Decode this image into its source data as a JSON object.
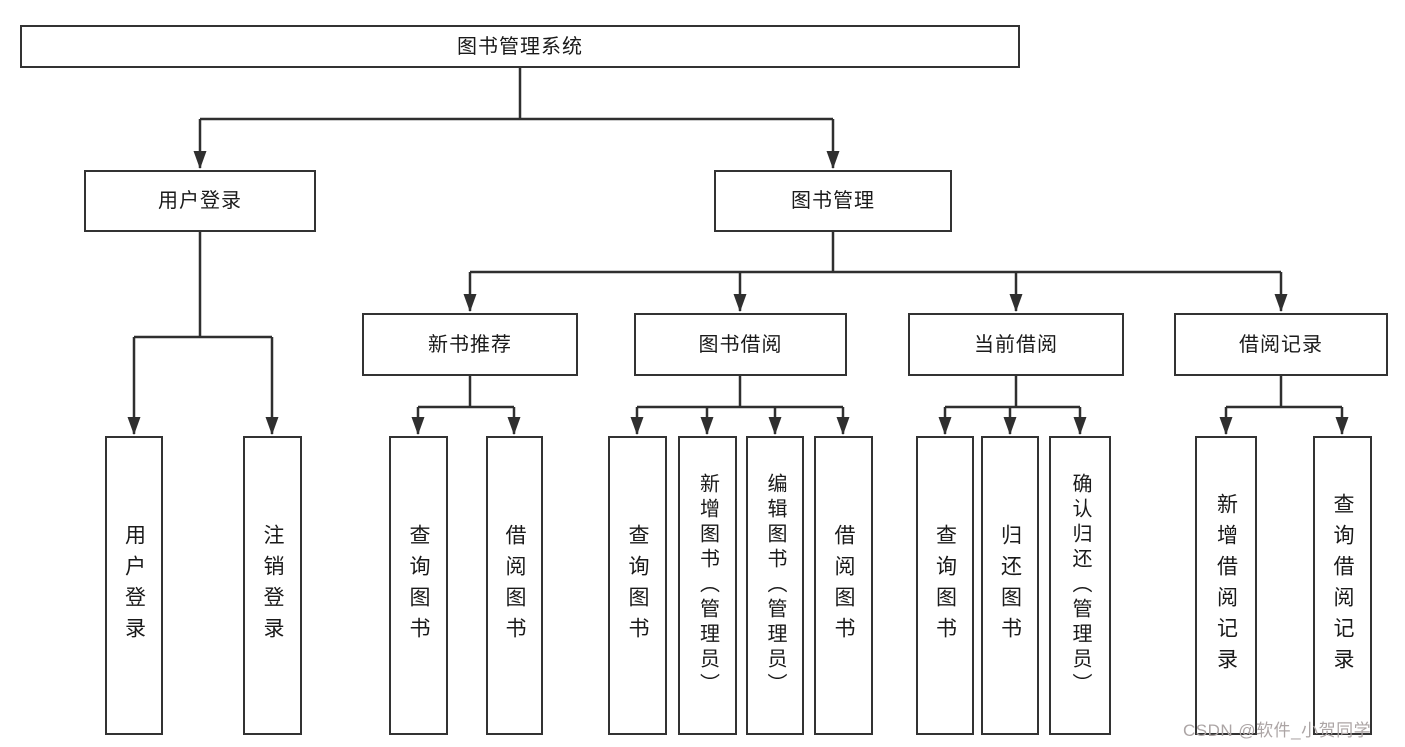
{
  "tree": {
    "label": "图书管理系统",
    "children": [
      {
        "label": "用户登录",
        "children": [
          {
            "label": "用户登录"
          },
          {
            "label": "注销登录"
          }
        ]
      },
      {
        "label": "图书管理",
        "children": [
          {
            "label": "新书推荐",
            "children": [
              {
                "label": "查询图书"
              },
              {
                "label": "借阅图书"
              }
            ]
          },
          {
            "label": "图书借阅",
            "children": [
              {
                "label": "查询图书"
              },
              {
                "label": "新增图书（管理员）"
              },
              {
                "label": "编辑图书（管理员）"
              },
              {
                "label": "借阅图书"
              }
            ]
          },
          {
            "label": "当前借阅",
            "children": [
              {
                "label": "查询图书"
              },
              {
                "label": "归还图书"
              },
              {
                "label": "确认归还（管理员）"
              }
            ]
          },
          {
            "label": "借阅记录",
            "children": [
              {
                "label": "新增借阅记录"
              },
              {
                "label": "查询借阅记录"
              }
            ]
          }
        ]
      }
    ]
  },
  "watermark": "CSDN @软件_小贺同学",
  "colors": {
    "line": "#2f2f2f",
    "border": "#333333",
    "text": "#1a1a1a",
    "watermark": "#aca5a5"
  }
}
